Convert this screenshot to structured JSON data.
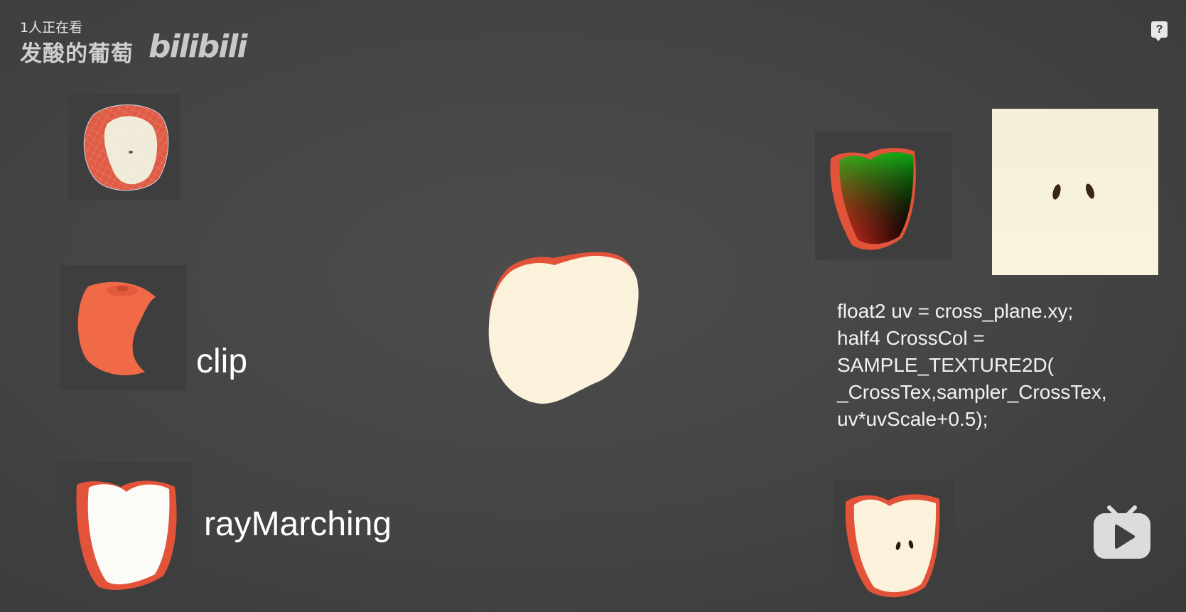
{
  "overlay": {
    "viewer_count": "1人正在看",
    "channel_name": "发酸的葡萄",
    "brand": "bilibili",
    "help_icon": "question-icon",
    "play_logo_icon": "bilibili-tv-icon"
  },
  "labels": {
    "clip": "clip",
    "raymarching": "rayMarching"
  },
  "code": "float2 uv = cross_plane.xy;\nhalf4 CrossCol =\nSAMPLE_TEXTURE2D(\n_CrossTex,sampler_CrossTex,\nuv*uvScale+0.5);",
  "colors": {
    "background": "#484848",
    "apple_skin": "#e2533a",
    "apple_flesh": "#fbf2dc",
    "seed": "#3a2418"
  }
}
